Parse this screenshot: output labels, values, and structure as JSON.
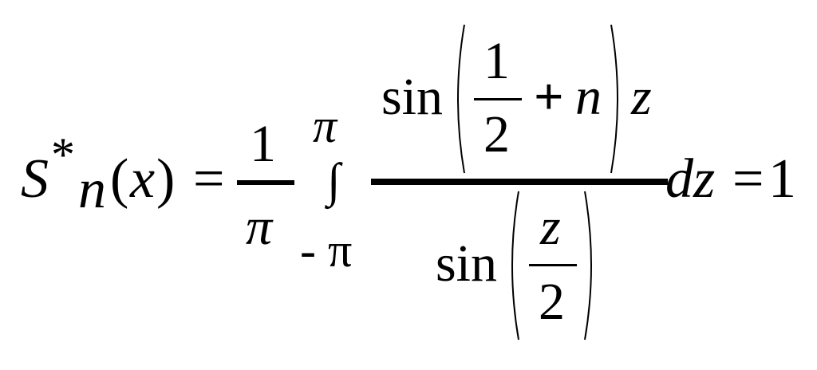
{
  "formula": {
    "lhs": {
      "symbol": "S",
      "superscript": "*",
      "subscript": "n",
      "open_paren": "(",
      "variable": "x",
      "close_paren": ")"
    },
    "equals_1": "=",
    "coefficient": {
      "numerator": "1",
      "denominator": "π"
    },
    "integral": {
      "sign": "∫",
      "upper_limit": "π",
      "lower_limit": "- π"
    },
    "integrand": {
      "numerator": {
        "func": "sin",
        "inner_numerator": "1",
        "inner_denominator": "2",
        "plus": "+",
        "n": "n",
        "z": "z"
      },
      "denominator": {
        "func": "sin",
        "inner_numerator": "z",
        "inner_denominator": "2"
      }
    },
    "differential": "dz",
    "equals_2": "=",
    "result": "1"
  }
}
